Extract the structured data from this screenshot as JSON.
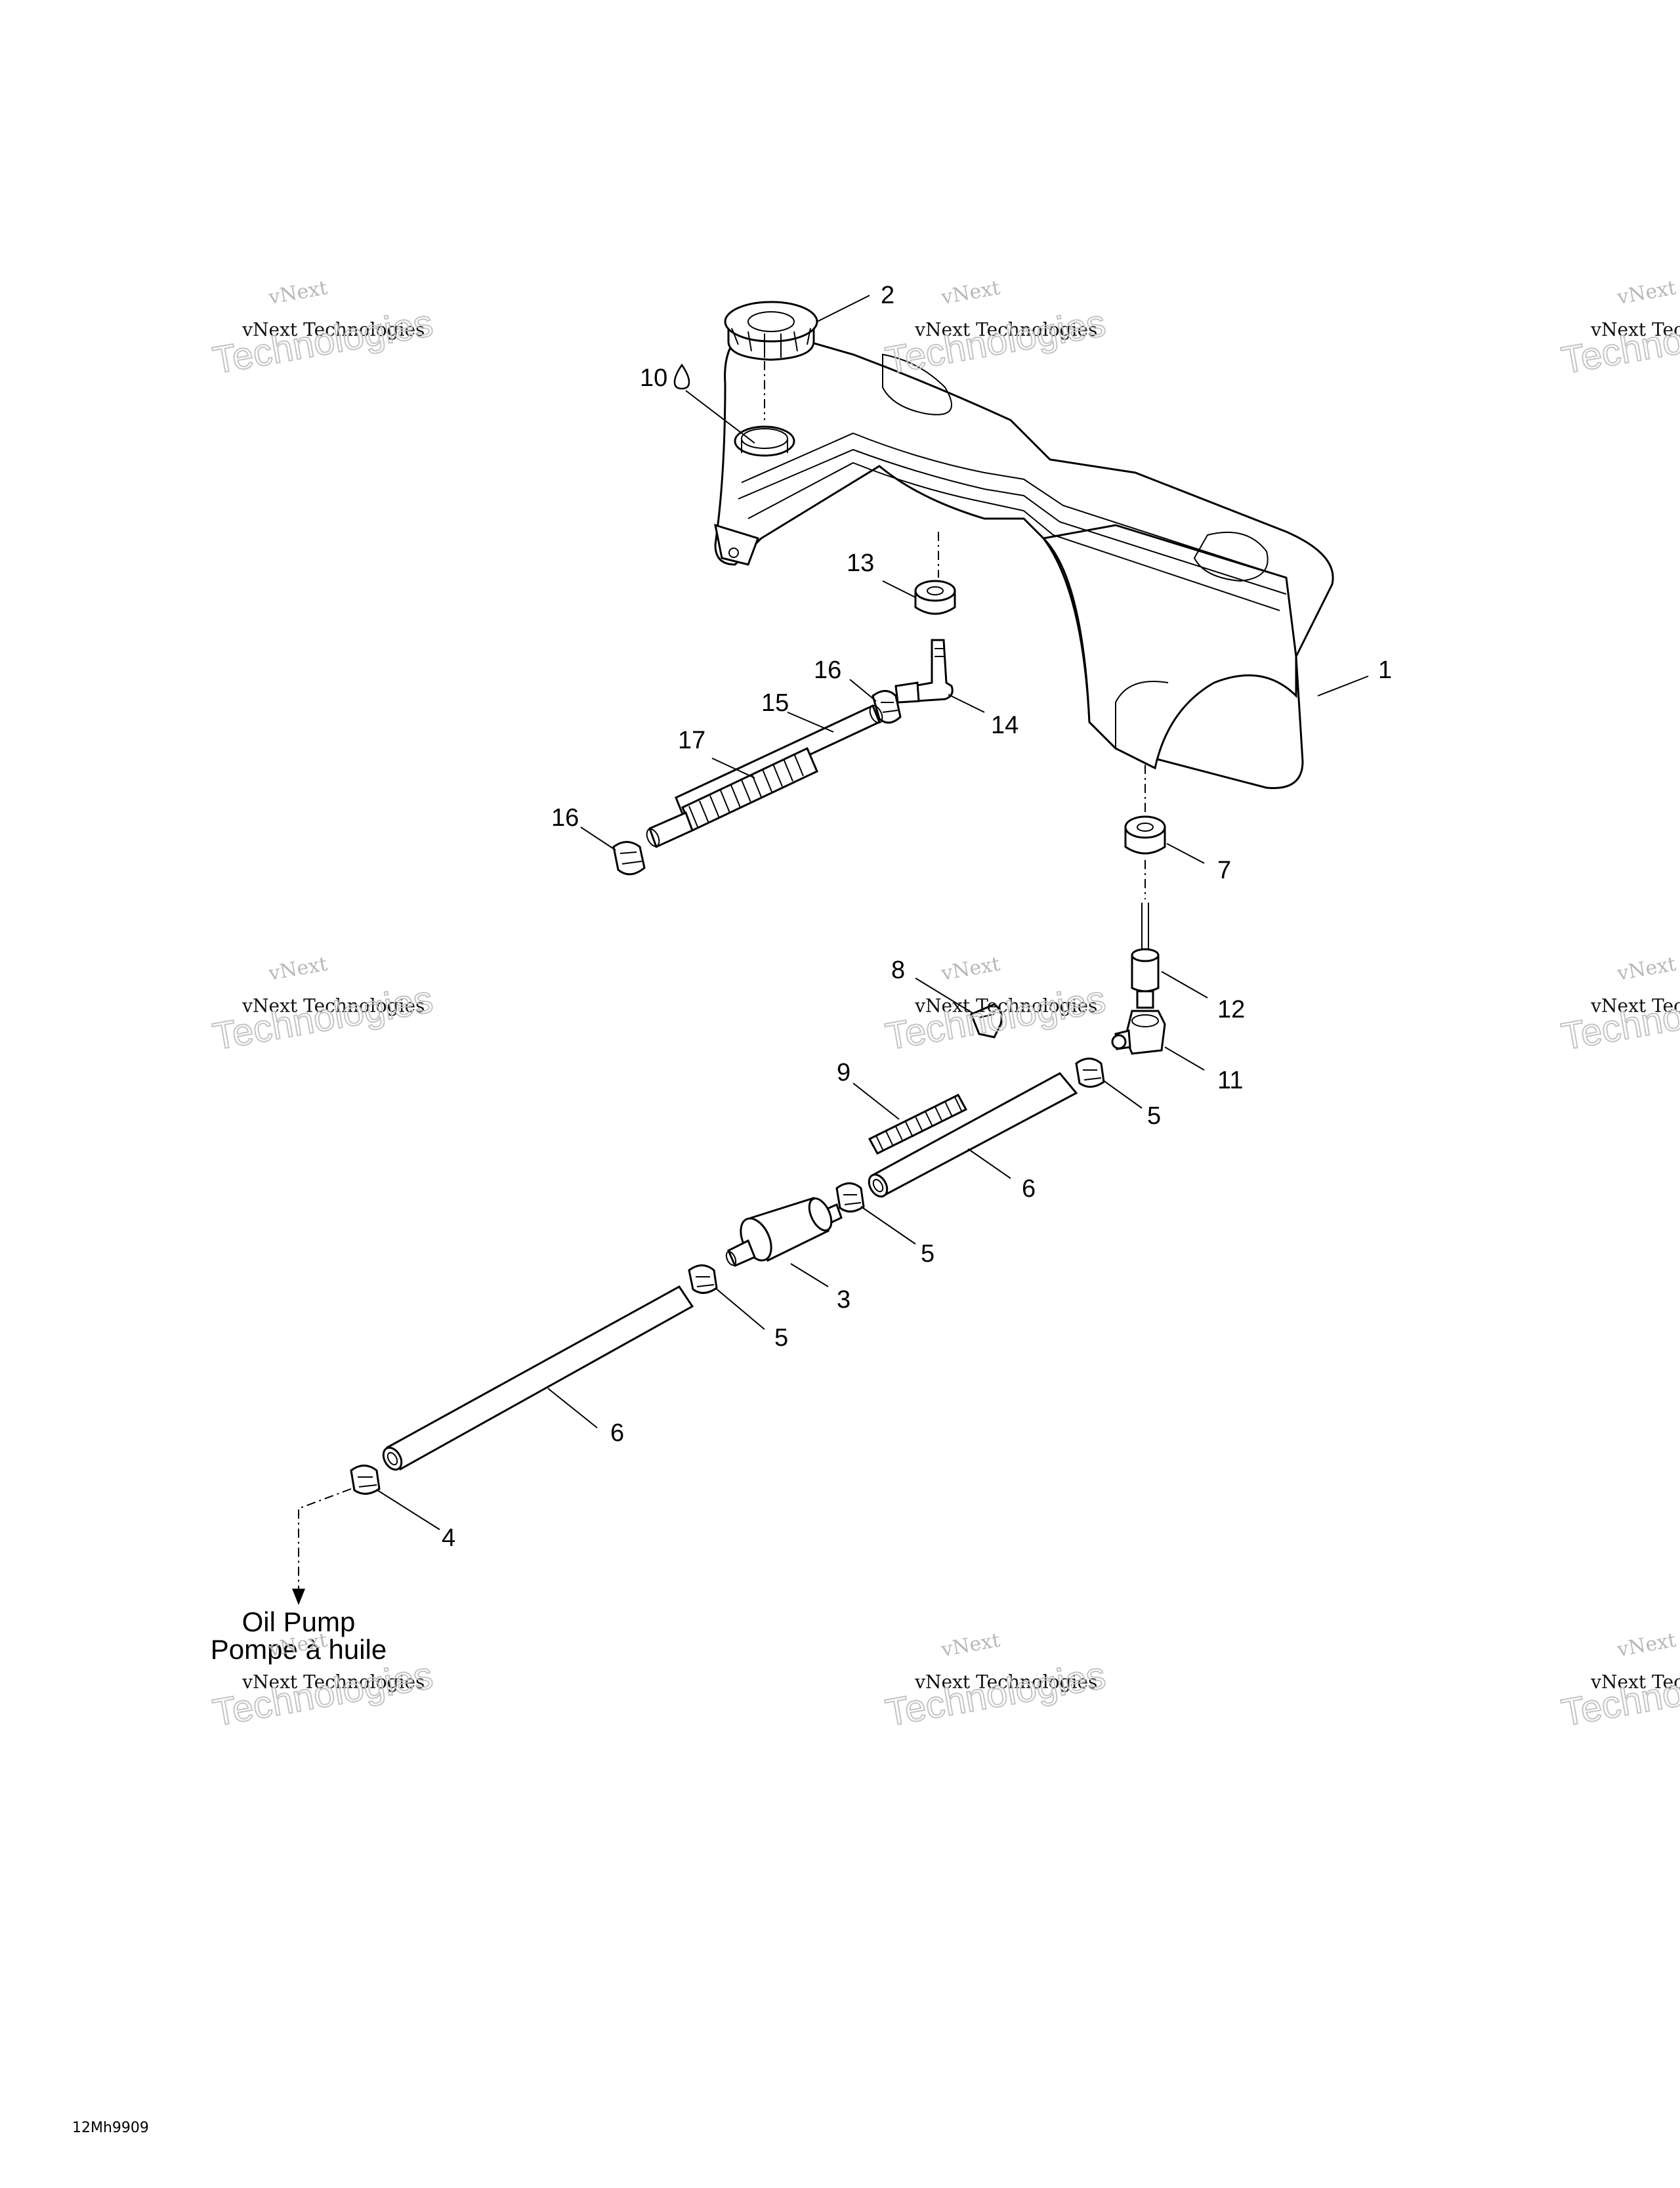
{
  "callouts": [
    "1",
    "2",
    "3",
    "4",
    "5",
    "5",
    "5",
    "5",
    "6",
    "6",
    "7",
    "8",
    "9",
    "10",
    "11",
    "12",
    "13",
    "14",
    "15",
    "16",
    "16",
    "17"
  ],
  "caption": {
    "line1": "Oil Pump",
    "line2": "Pompe à huile"
  },
  "drawing_code": "12Mh9909",
  "watermark": {
    "line1": "vNext",
    "line2": "vNext Technologies",
    "line3": "Technologies"
  },
  "icons": [
    "oil-drop-icon",
    "arrow-down-icon"
  ]
}
